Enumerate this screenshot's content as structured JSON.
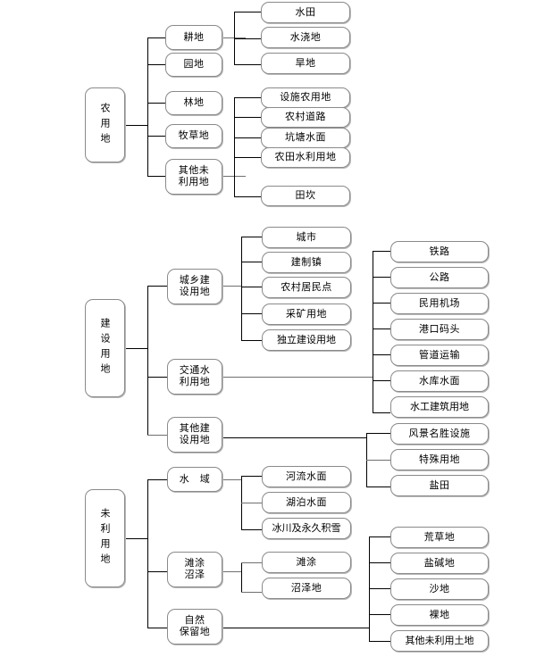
{
  "diagram": {
    "type": "hierarchy-tree",
    "title": "",
    "orientation": "left-to-right",
    "groups": [
      {
        "id": "agricultural-land",
        "root": "农用地",
        "level2": [
          {
            "label": "耕地",
            "children": [
              "水田",
              "水浇地",
              "旱地"
            ]
          },
          {
            "label": "园地",
            "children": []
          },
          {
            "label": "林地",
            "children": []
          },
          {
            "label": "牧草地",
            "children": []
          },
          {
            "label": "其他未\n利用地",
            "children": [
              "设施农用地",
              "农村道路",
              "坑塘水面",
              "农田水利用地",
              "田坎"
            ]
          }
        ]
      },
      {
        "id": "construction-land",
        "root": "建设用地",
        "level2": [
          {
            "label": "城乡建\n设用地",
            "children": [
              "城市",
              "建制镇",
              "农村居民点",
              "采矿用地",
              "独立建设用地"
            ]
          },
          {
            "label": "交通水\n利用地",
            "children": [
              "铁路",
              "公路",
              "民用机场",
              "港口码头",
              "管道运输",
              "水库水面",
              "水工建筑用地"
            ]
          },
          {
            "label": "其他建\n设用地",
            "children": [
              "风景名胜设施",
              "特殊用地",
              "盐田"
            ]
          }
        ]
      },
      {
        "id": "unused-land",
        "root": "未利用地",
        "level2": [
          {
            "label": "水　域",
            "children": [
              "河流水面",
              "湖泊水面",
              "冰川及永久积雪"
            ]
          },
          {
            "label": "滩涂\n沼泽",
            "children": [
              "滩涂",
              "沼泽地"
            ]
          },
          {
            "label": "自然\n保留地",
            "children": [
              "荒草地",
              "盐碱地",
              "沙地",
              "裸地",
              "其他未利用土地"
            ]
          }
        ]
      }
    ],
    "nodes": {
      "root_agricultural": "农用地",
      "root_construction": "建设用地",
      "root_unused": "未利用地",
      "a_l2_0": "耕地",
      "a_l2_1": "园地",
      "a_l2_2": "林地",
      "a_l2_3": "牧草地",
      "a_l2_4": "其他未\n利用地",
      "a_l3_0": "水田",
      "a_l3_1": "水浇地",
      "a_l3_2": "旱地",
      "a_l3_3": "设施农用地",
      "a_l3_4": "农村道路",
      "a_l3_5": "坑塘水面",
      "a_l3_6": "农田水利用地",
      "a_l3_7": "田坎",
      "b_l2_0": "城乡建\n设用地",
      "b_l2_1": "交通水\n利用地",
      "b_l2_2": "其他建\n设用地",
      "b_l3_0": "城市",
      "b_l3_1": "建制镇",
      "b_l3_2": "农村居民点",
      "b_l3_3": "采矿用地",
      "b_l3_4": "独立建设用地",
      "b_l4_0": "铁路",
      "b_l4_1": "公路",
      "b_l4_2": "民用机场",
      "b_l4_3": "港口码头",
      "b_l4_4": "管道运输",
      "b_l4_5": "水库水面",
      "b_l4_6": "水工建筑用地",
      "b_l4_7": "风景名胜设施",
      "b_l4_8": "特殊用地",
      "b_l4_9": "盐田",
      "c_l2_0": "水　域",
      "c_l2_1": "滩涂\n沼泽",
      "c_l2_2": "自然\n保留地",
      "c_l3_0": "河流水面",
      "c_l3_1": "湖泊水面",
      "c_l3_2": "冰川及永久积雪",
      "c_l3_3": "滩涂",
      "c_l3_4": "沼泽地",
      "c_l4_0": "荒草地",
      "c_l4_1": "盐碱地",
      "c_l4_2": "沙地",
      "c_l4_3": "裸地",
      "c_l4_4": "其他未利用土地"
    },
    "colors": {
      "box_border": "#8a8a8a",
      "box_fill": "#ffffff",
      "line": "#000000",
      "text": "#000000",
      "shadow": "#b9b9b9"
    }
  }
}
